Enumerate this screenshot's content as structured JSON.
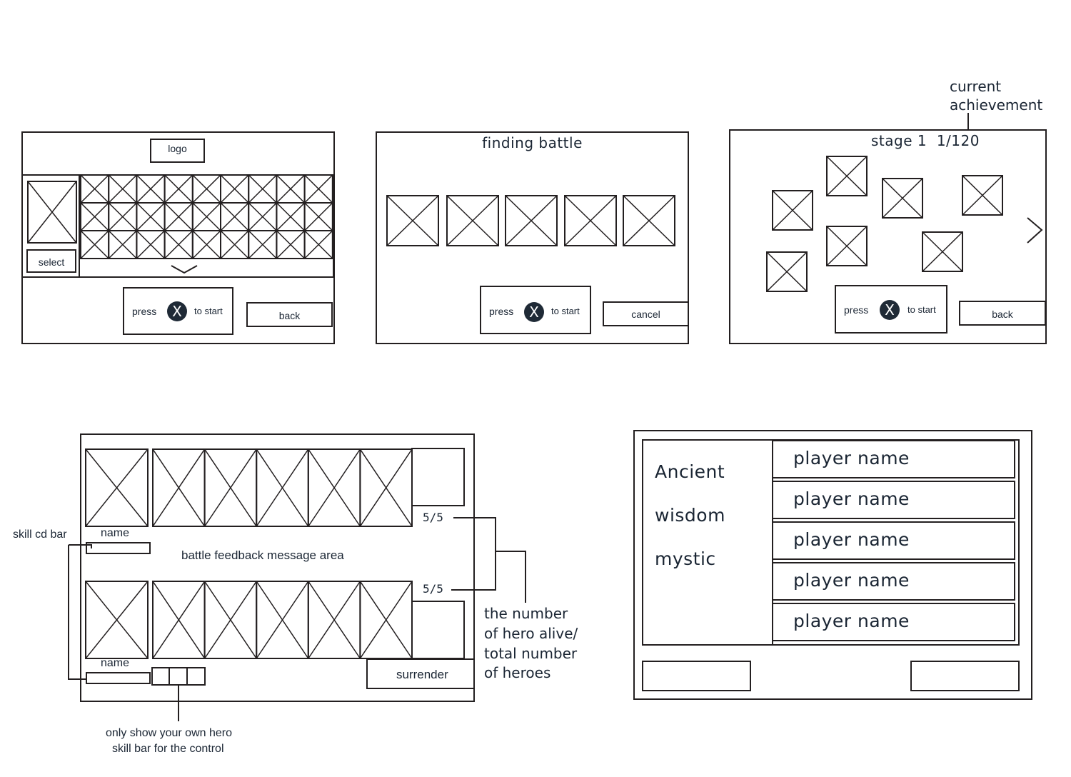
{
  "screen1": {
    "logo": "logo",
    "select": "select",
    "press": "press",
    "x_icon": "X",
    "to_start": "to start",
    "back": "back"
  },
  "screen2": {
    "title": "finding battle",
    "press": "press",
    "x_icon": "X",
    "to_start": "to start",
    "cancel": "cancel"
  },
  "screen3": {
    "annotation": [
      "current",
      "achievement"
    ],
    "stage": "stage 1  1/120",
    "press": "press",
    "x_icon": "X",
    "to_start": "to start",
    "back": "back"
  },
  "battle": {
    "name_top": "name",
    "name_bottom": "name",
    "feedback": "battle feedback message area",
    "count_top": "5/5",
    "count_bottom": "5/5",
    "surrender": "surrender",
    "annotation_skill_cd": "skill cd bar",
    "annotation_hero_count": [
      "the number",
      "of hero alive/",
      "total number",
      "of heroes"
    ],
    "annotation_skill_bar": [
      "only show your own hero",
      "skill bar for the control"
    ]
  },
  "results": {
    "sidebar": [
      "Ancient",
      "wisdom",
      "mystic"
    ],
    "players": [
      "player name",
      "player name",
      "player name",
      "player name",
      "player name"
    ]
  }
}
